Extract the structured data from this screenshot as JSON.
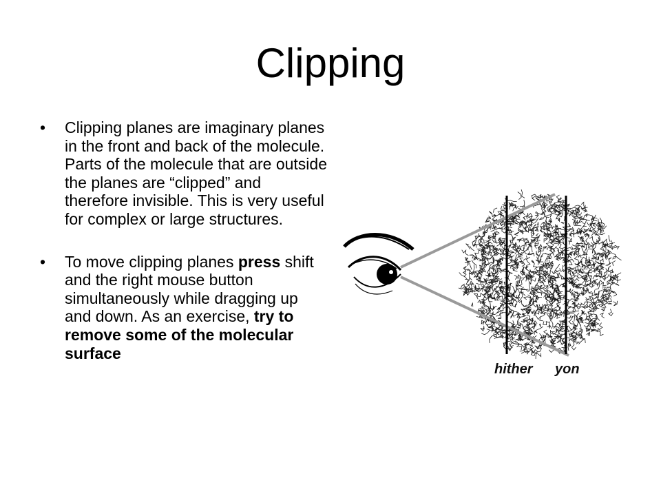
{
  "slide": {
    "title": "Clipping",
    "bullets": [
      {
        "marker": "•",
        "text": "Clipping planes are imaginary planes in the front and back of the molecule. Parts of the molecule that are outside the planes are “clipped” and therefore invisible. This is very useful for complex or large structures."
      },
      {
        "marker": "•",
        "segments": [
          "To move clipping planes ",
          "press",
          " shift and the right mouse button simultaneously while dragging up and down. As an exercise, ",
          "try to remove some of the molecular surface"
        ]
      }
    ]
  },
  "figure": {
    "hither_label": "hither",
    "yon_label": "yon",
    "icons": {
      "eye": "eye-icon",
      "molecule": "molecule-cloud"
    },
    "colors": {
      "view_rays": "#9a9a9a",
      "planes": "#000000",
      "molecule": "#1a1a1a"
    }
  }
}
